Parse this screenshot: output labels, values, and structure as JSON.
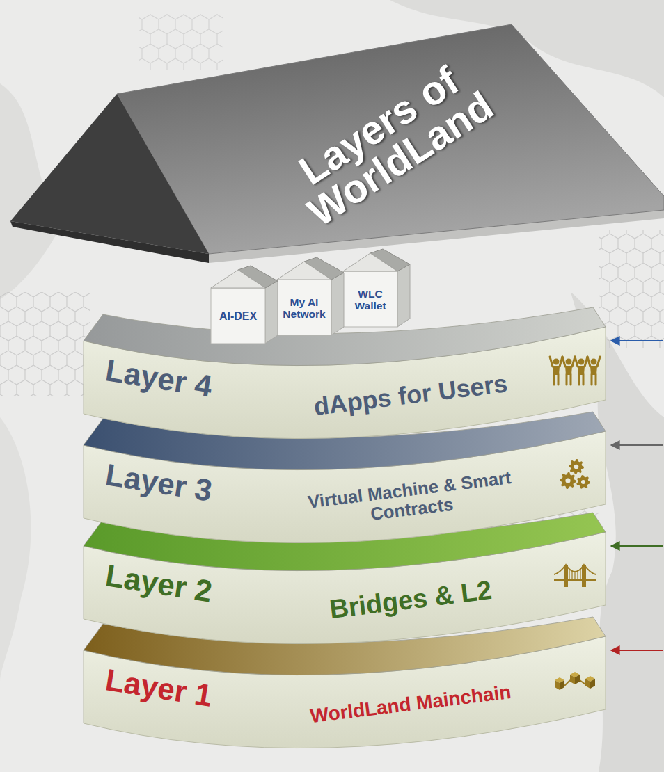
{
  "diagram": {
    "nodes": [
      {
        "text": [
          "Layers of WorldLand"
        ]
      },
      {
        "text": [
          "AI-DEX"
        ]
      },
      {
        "text": [
          "My AI Network"
        ]
      },
      {
        "text": [
          "WLC Wallet"
        ]
      },
      {
        "text": [
          "Layer 4",
          "dApps for Users"
        ]
      },
      {
        "text": [
          "Layer 3",
          "Virtual Machine & Smart Contracts"
        ]
      },
      {
        "text": [
          "Layer 2",
          "Bridges & L2"
        ]
      },
      {
        "text": [
          "Layer 1",
          "WorldLand Mainchain"
        ]
      }
    ]
  }
}
